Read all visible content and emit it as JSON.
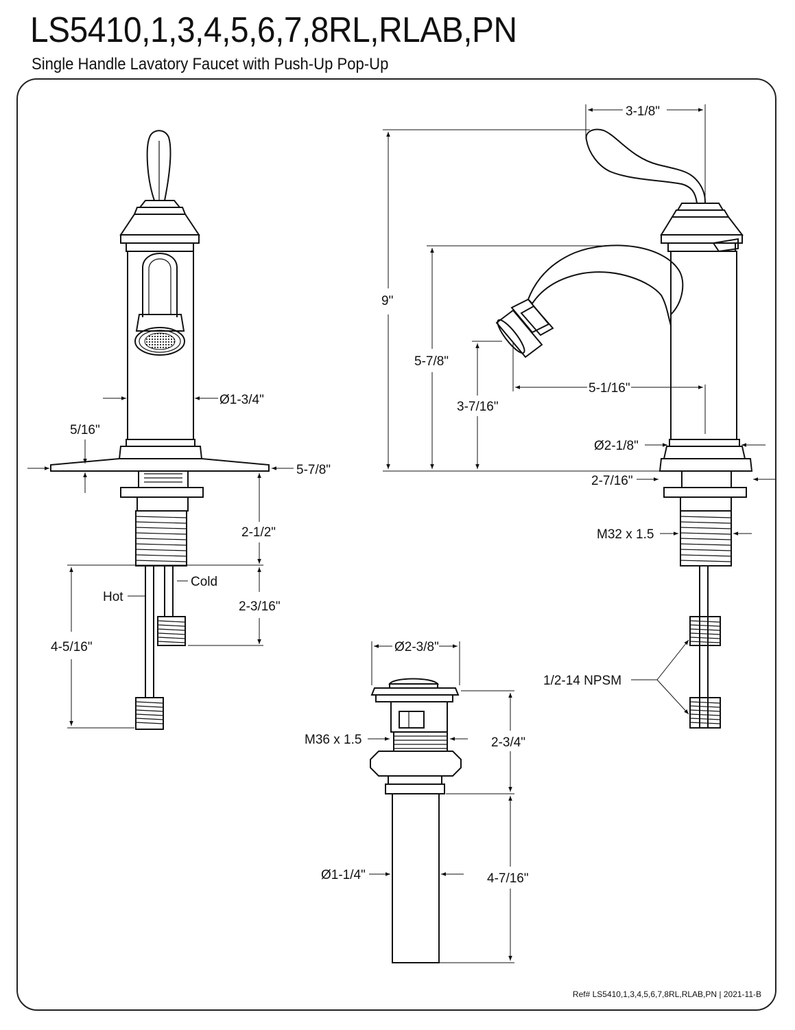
{
  "header": {
    "title": "LS5410,1,3,4,5,6,7,8RL,RLAB,PN",
    "subtitle": "Single Handle Lavatory Faucet with Push-Up Pop-Up"
  },
  "front_view": {
    "body_diameter": "Ø1-3/4\"",
    "flange_thickness": "5/16\"",
    "flange_width": "5-7/8\"",
    "shank_length": "2-1/2\"",
    "cold_label": "Cold",
    "hot_label": "Hot",
    "cold_supply_length": "2-3/16\"",
    "hot_supply_length": "4-5/16\""
  },
  "side_view": {
    "handle_reach": "3-1/8\"",
    "overall_height": "9\"",
    "spout_height": "5-7/8\"",
    "clearance_height": "3-7/16\"",
    "spout_reach": "5-1/16\"",
    "base_diameter": "Ø2-1/8\"",
    "base_width": "2-7/16\"",
    "thread_size": "M32 x 1.5",
    "supply_thread": "1/2-14 NPSM"
  },
  "drain_view": {
    "cap_diameter": "Ø2-3/8\"",
    "thread_size": "M36 x 1.5",
    "body_height": "2-3/4\"",
    "tailpiece_diameter": "Ø1-1/4\"",
    "tailpiece_length": "4-7/16\""
  },
  "footer": {
    "reference": "Ref# LS5410,1,3,4,5,6,7,8RL,RLAB,PN | 2021-11-B"
  }
}
